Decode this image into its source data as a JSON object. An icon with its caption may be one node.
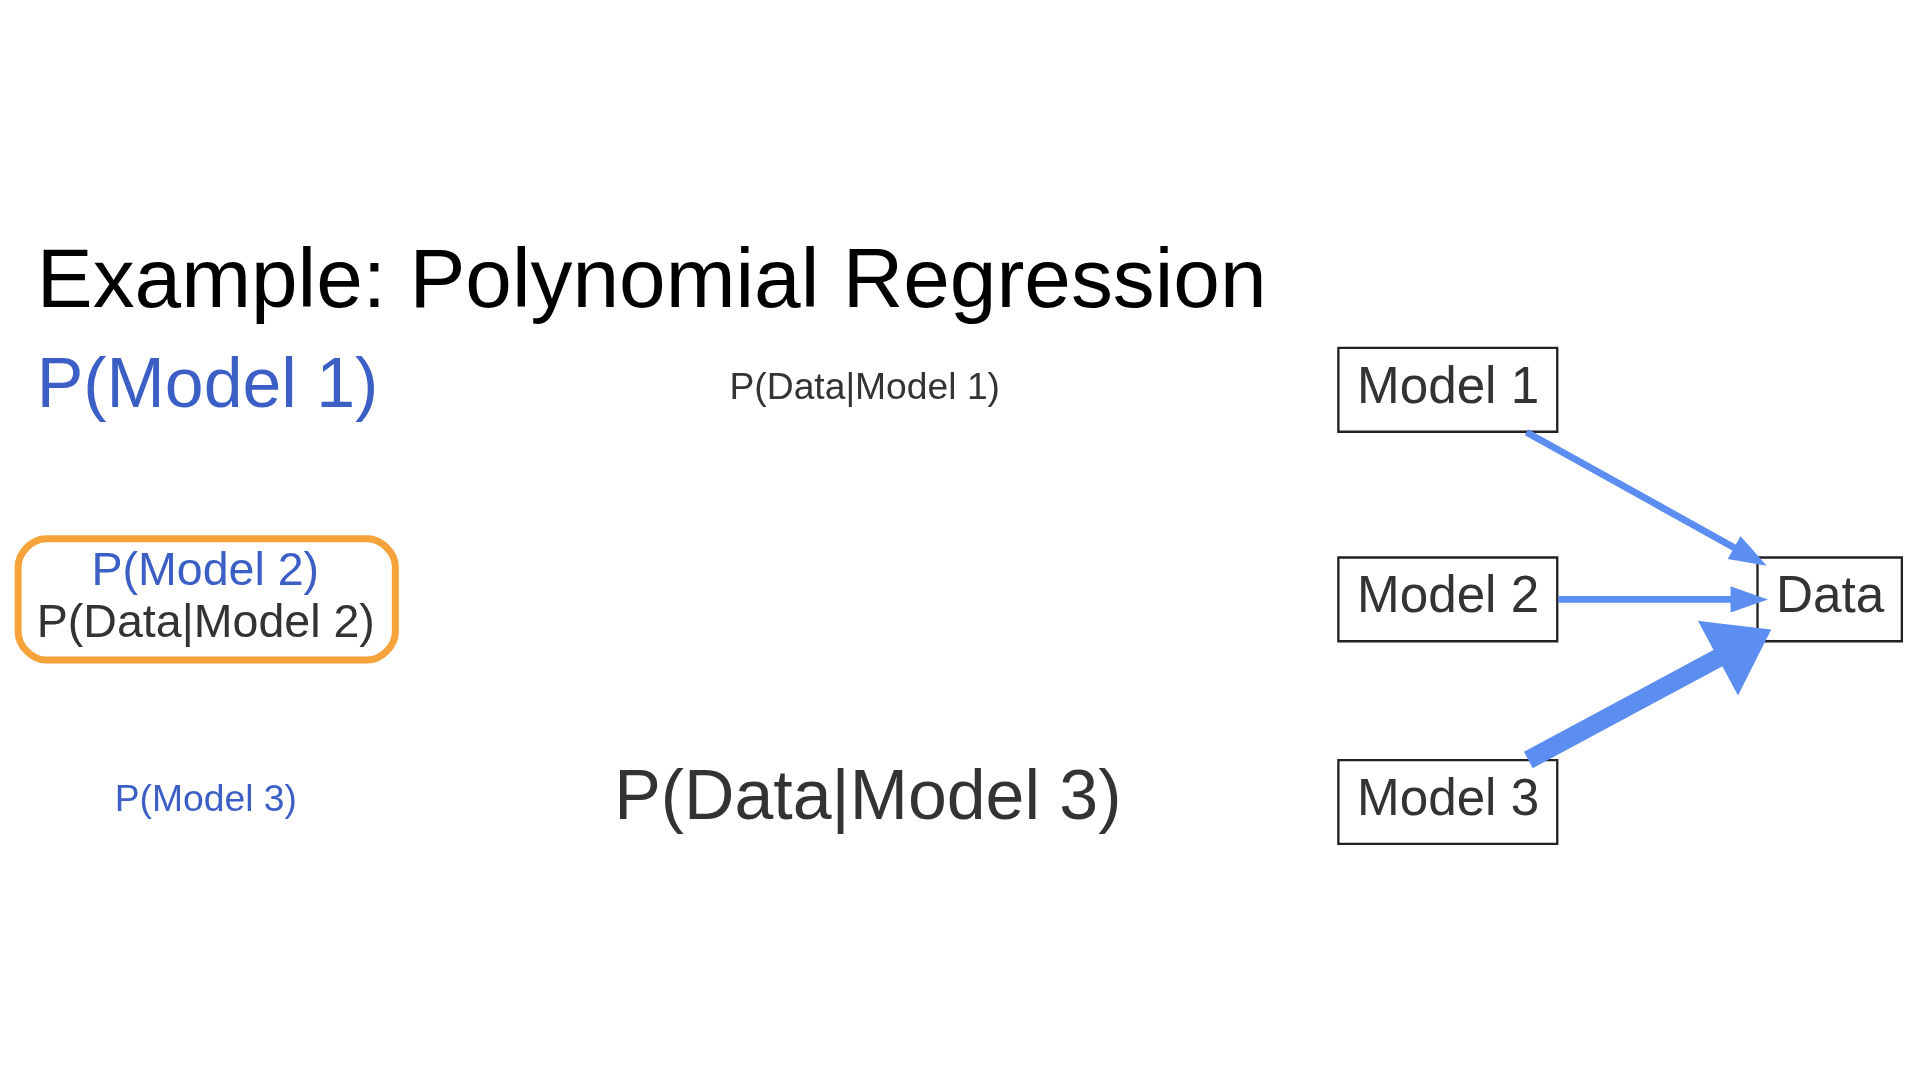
{
  "diagram": {
    "title": "Example: Polynomial Regression",
    "nodes": [
      {
        "text": [
          "Model 1"
        ]
      },
      {
        "text": [
          "P(Model 2)",
          "P(Data|Model 2)"
        ]
      },
      {
        "text": [
          "Model 2"
        ]
      },
      {
        "text": [
          "Model 3"
        ]
      },
      {
        "text": [
          "Data"
        ]
      }
    ],
    "edges": [
      {
        "from": 0,
        "to": 4,
        "arrow": "to"
      },
      {
        "from": 2,
        "to": 4,
        "arrow": "to"
      },
      {
        "from": 3,
        "to": 4,
        "arrow": "to",
        "style": "thick"
      }
    ],
    "labels": [
      "P(Model 1)",
      "P(Data|Model 1)",
      "P(Model 3)",
      "P(Data|Model 3)"
    ]
  }
}
